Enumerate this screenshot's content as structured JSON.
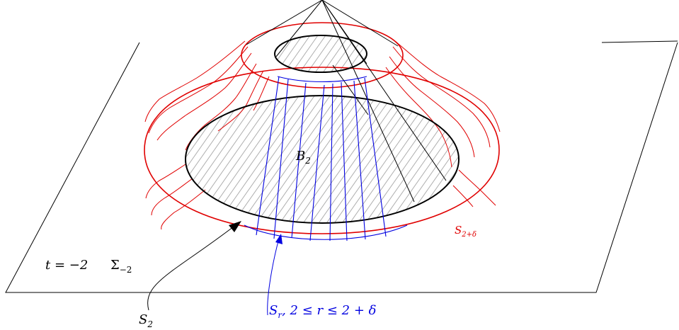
{
  "labels": {
    "b2": "B",
    "b2_sub": "2",
    "s2": "S",
    "s2_sub": "2",
    "s2d": "S",
    "s2d_sub": "2+δ",
    "time": "t = −2",
    "sigma": "Σ",
    "sigma_sub": "−2",
    "sr": "S",
    "sr_sub": "r",
    "sr_range": ",   2 ≤ r ≤ 2 + δ"
  },
  "colors": {
    "black": "#000000",
    "red": "#e00000",
    "blue": "#0000e0",
    "hatch": "#9a9a9a"
  }
}
